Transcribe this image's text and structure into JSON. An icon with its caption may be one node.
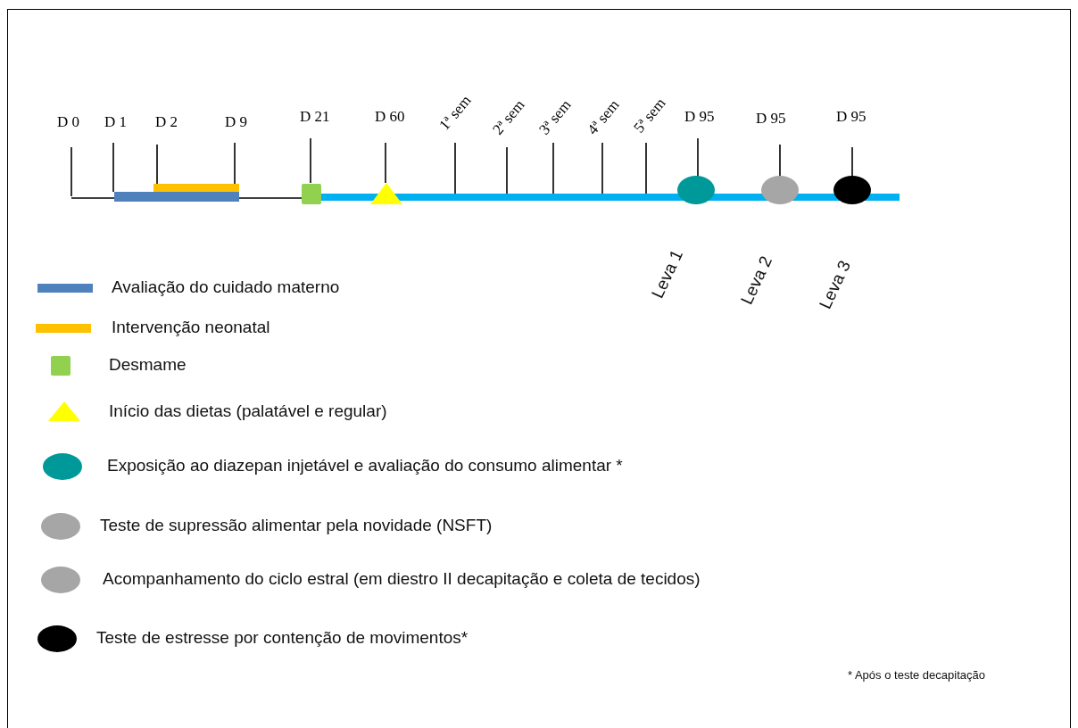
{
  "diagram": {
    "labels": [
      "D 0",
      "D 1",
      "D 2",
      "D 9",
      "D 21",
      "D 60",
      "1ª sem",
      "2ª sem",
      "3ª sem",
      "4ª sem",
      "5ª sem",
      "D 95",
      "D 95",
      "D 95",
      "Leva 1",
      "Leva 2",
      "Leva 3",
      "* Após o teste decapitação"
    ],
    "legend": [
      {
        "text": "Avaliação do cuidado materno",
        "color": "#4f81bd"
      },
      {
        "text": "Intervenção neonatal",
        "color": "#ffc000"
      },
      {
        "text": "Desmame",
        "color": "#92d050"
      },
      {
        "text": "Início das dietas (palatável e regular)",
        "color": "#ffff00"
      },
      {
        "text": "Exposição ao diazepan injetável e avaliação do consumo alimentar *",
        "color": "#009999"
      },
      {
        "text": "Teste de supressão alimentar pela novidade (NSFT)",
        "color": "#a6a6a6"
      },
      {
        "text": "Acompanhamento do ciclo estral (em diestro II decapitação e coleta de tecidos)",
        "color": "#a6a6a6"
      },
      {
        "text": "Teste de estresse por contenção de movimentos*",
        "color": "#000000"
      }
    ]
  }
}
